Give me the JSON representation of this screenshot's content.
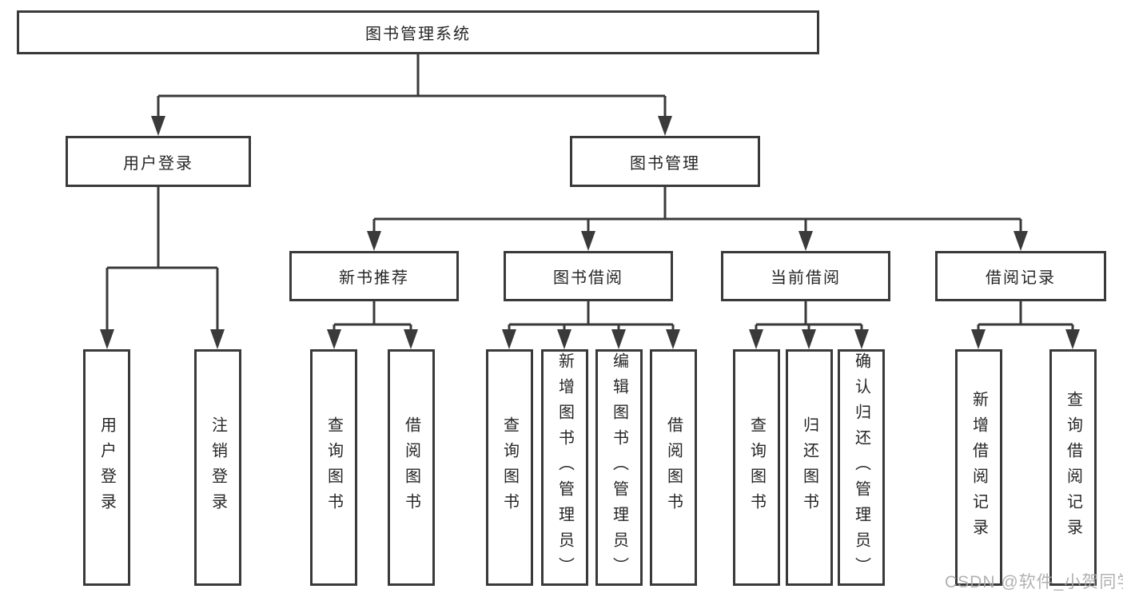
{
  "diagram": {
    "root": {
      "label": "图书管理系统"
    },
    "branches": [
      {
        "label": "用户登录",
        "leaves": [
          {
            "label": "用户登录"
          },
          {
            "label": "注销登录"
          }
        ]
      },
      {
        "label": "图书管理",
        "children": [
          {
            "label": "新书推荐",
            "leaves": [
              {
                "label": "查询图书"
              },
              {
                "label": "借阅图书"
              }
            ]
          },
          {
            "label": "图书借阅",
            "leaves": [
              {
                "label": "查询图书"
              },
              {
                "label": "新增图书（管理员）"
              },
              {
                "label": "编辑图书（管理员）"
              },
              {
                "label": "借阅图书"
              }
            ]
          },
          {
            "label": "当前借阅",
            "leaves": [
              {
                "label": "查询图书"
              },
              {
                "label": "归还图书"
              },
              {
                "label": "确认归还（管理员）"
              }
            ]
          },
          {
            "label": "借阅记录",
            "leaves": [
              {
                "label": "新增借阅记录"
              },
              {
                "label": "查询借阅记录"
              }
            ]
          }
        ]
      }
    ]
  },
  "watermark": {
    "text": "CSDN @软件_小贺同学"
  },
  "colors": {
    "line": "#3a3a3a",
    "text": "#262626",
    "background": "#ffffff",
    "watermark": "#a9a9a9"
  }
}
